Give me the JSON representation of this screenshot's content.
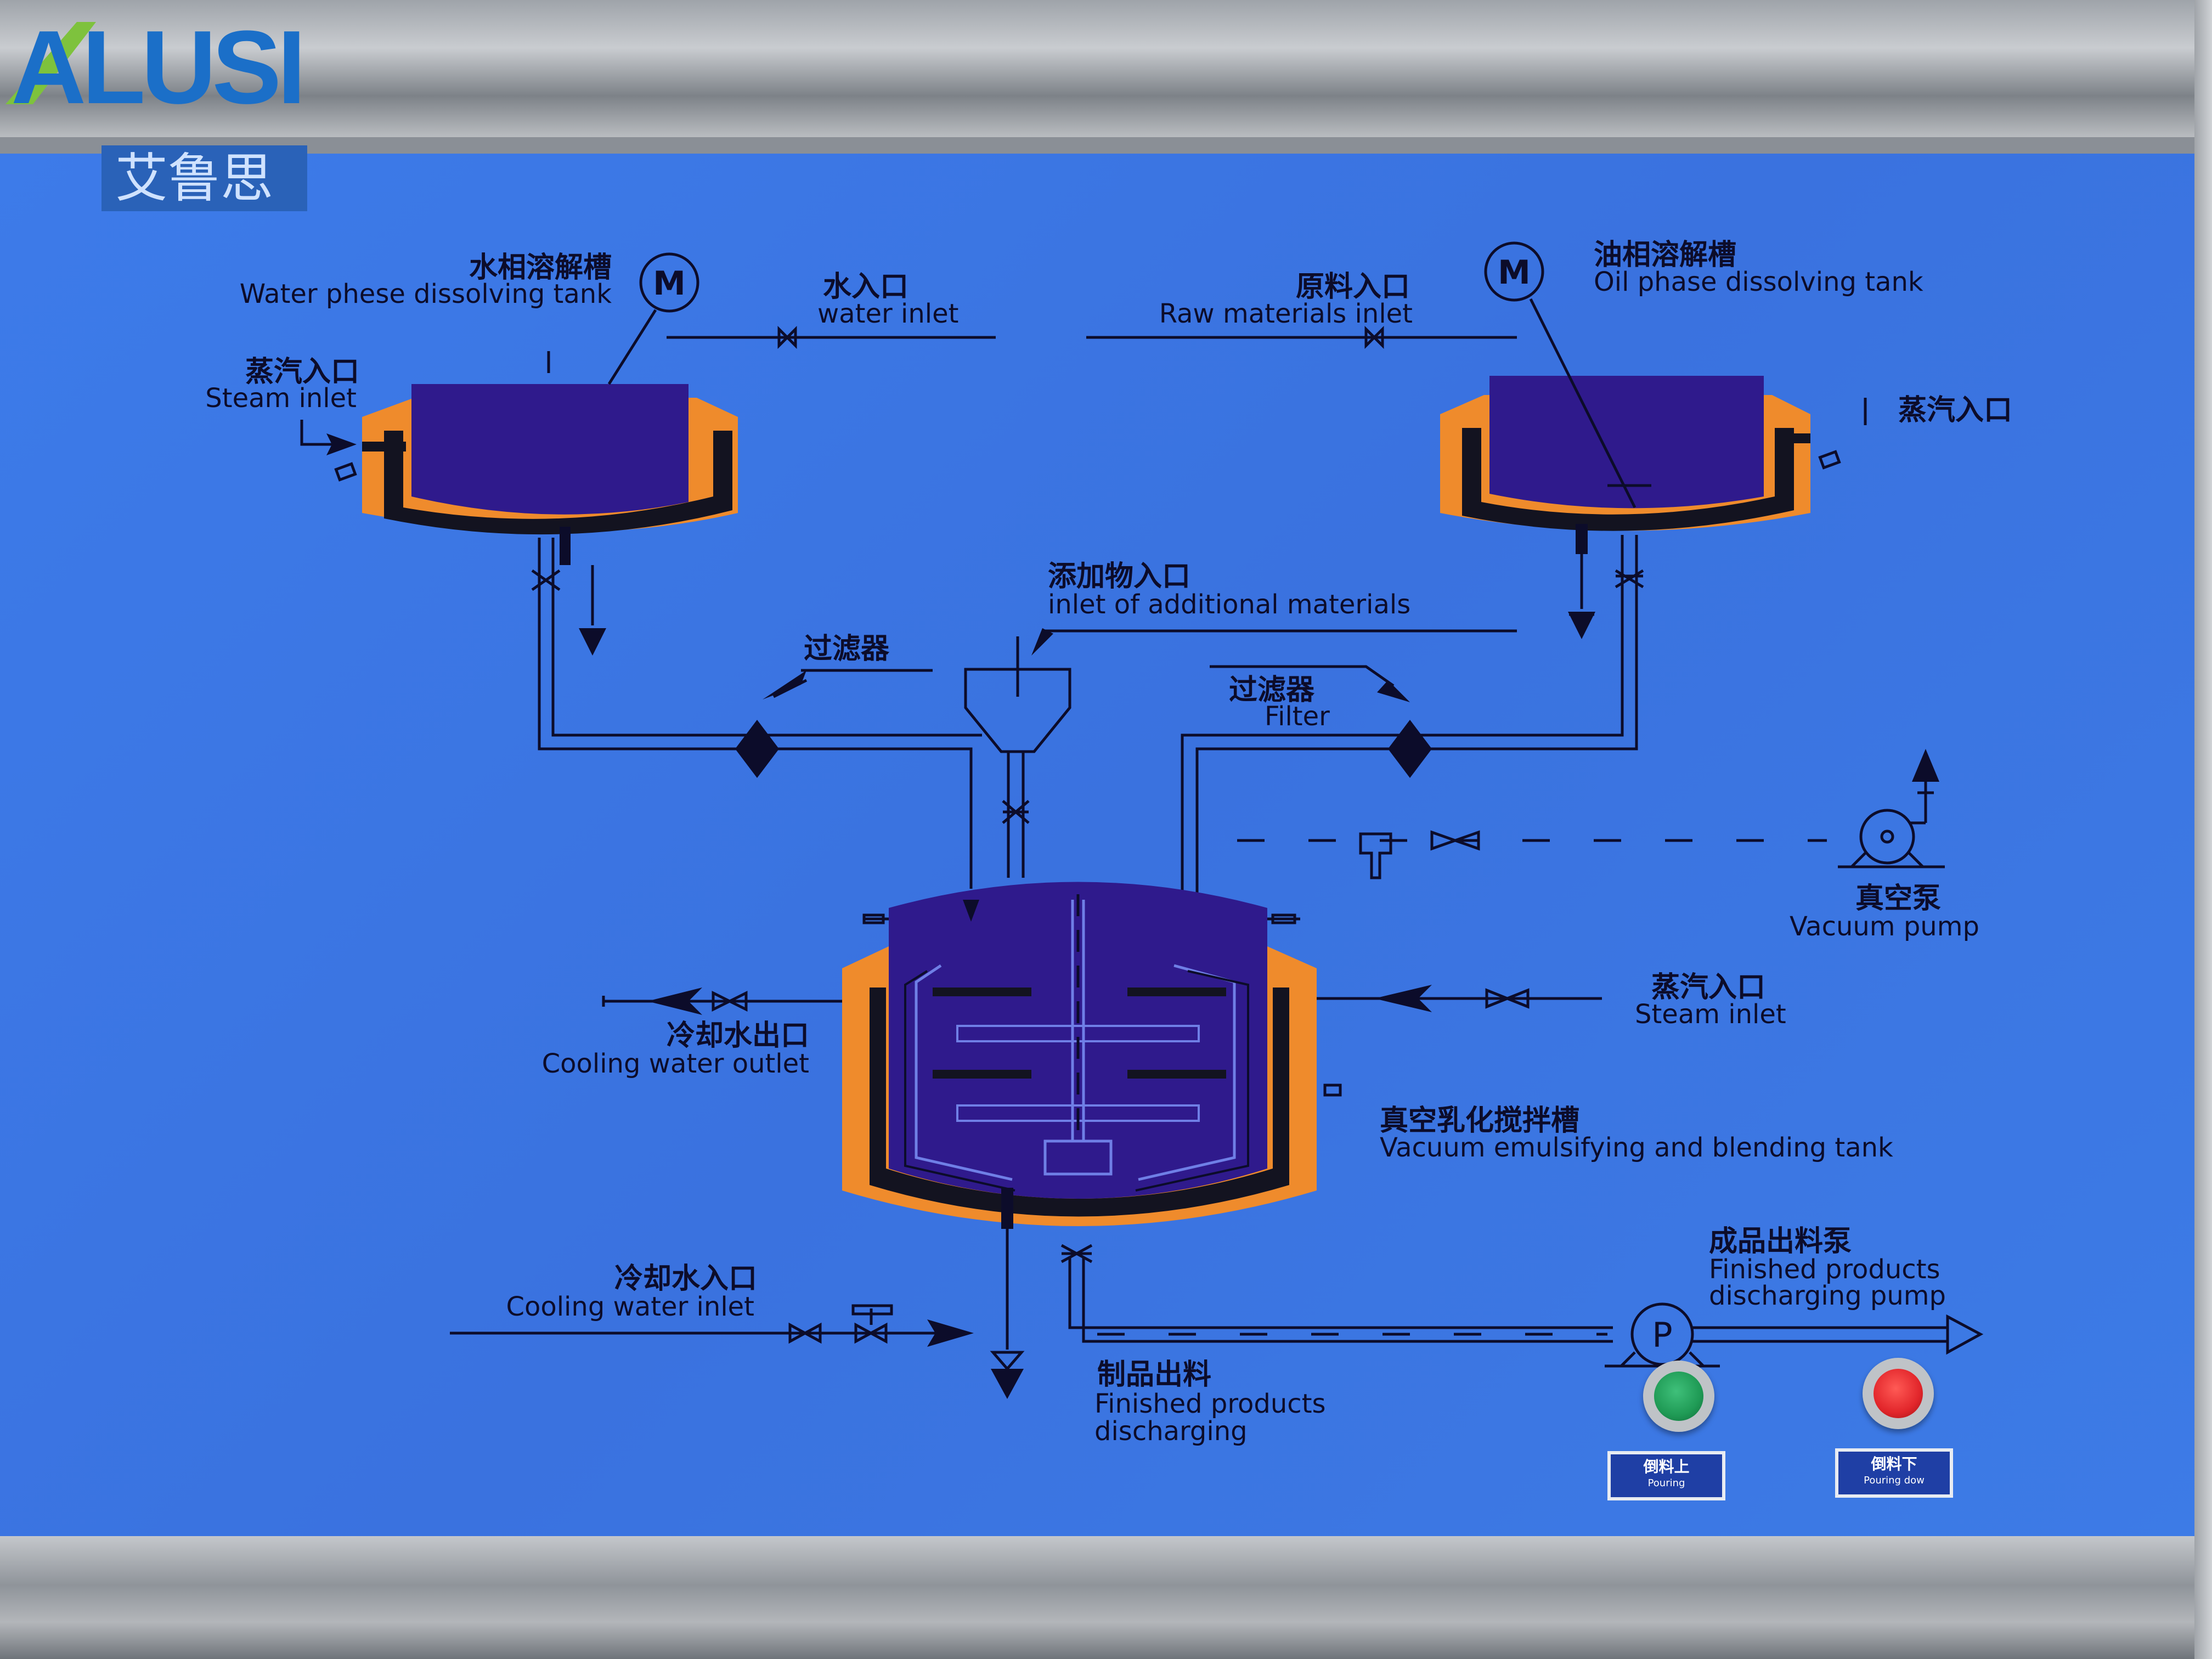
{
  "brand": {
    "name": "ALUSI",
    "cn_name": "艾鲁思"
  },
  "labels": {
    "water_tank_cn": "水相溶解槽",
    "water_tank_en": "Water phese dissolving tank",
    "oil_tank_cn": "油相溶解槽",
    "oil_tank_en": "Oil phase dissolving tank",
    "motor_left": "M",
    "motor_right": "M",
    "water_inlet_cn": "水入口",
    "water_inlet_en": "water inlet",
    "raw_inlet_cn": "原料入口",
    "raw_inlet_en": "Raw materials inlet",
    "steam_left_cn": "蒸汽入口",
    "steam_left_en": "Steam inlet",
    "steam_right_top_cn": "蒸汽入口",
    "additional_cn": "添加物入口",
    "additional_en": "inlet of additional materials",
    "filter_left_cn": "过滤器",
    "filter_right_cn": "过滤器",
    "filter_right_en": "Filter",
    "vacuum_pump_cn": "真空泵",
    "vacuum_pump_en": "Vacuum pump",
    "steam_main_cn": "蒸汽入口",
    "steam_main_en": "Steam inlet",
    "cooling_out_cn": "冷却水出口",
    "cooling_out_en": "Cooling water outlet",
    "main_tank_cn": "真空乳化搅拌槽",
    "main_tank_en": "Vacuum emulsifying and blending tank",
    "cooling_in_cn": "冷却水入口",
    "cooling_in_en": "Cooling water inlet",
    "finished_cn": "制品出料",
    "finished_en_1": "Finished products",
    "finished_en_2": "discharging",
    "pump_cn": "成品出料泵",
    "pump_en_1": "Finished products",
    "pump_en_2": "discharging pump",
    "pump_letter": "P"
  },
  "buttons": {
    "up_cn": "倒料上",
    "up_en": "Pouring",
    "down_cn": "倒料下",
    "down_en": "Pouring dow"
  },
  "colors": {
    "panel": "#3d7be9",
    "tank": "#2f1a8c",
    "jacket": "#ef8b2c",
    "green_button": "#1f9a55",
    "red_button": "#e2262b"
  }
}
